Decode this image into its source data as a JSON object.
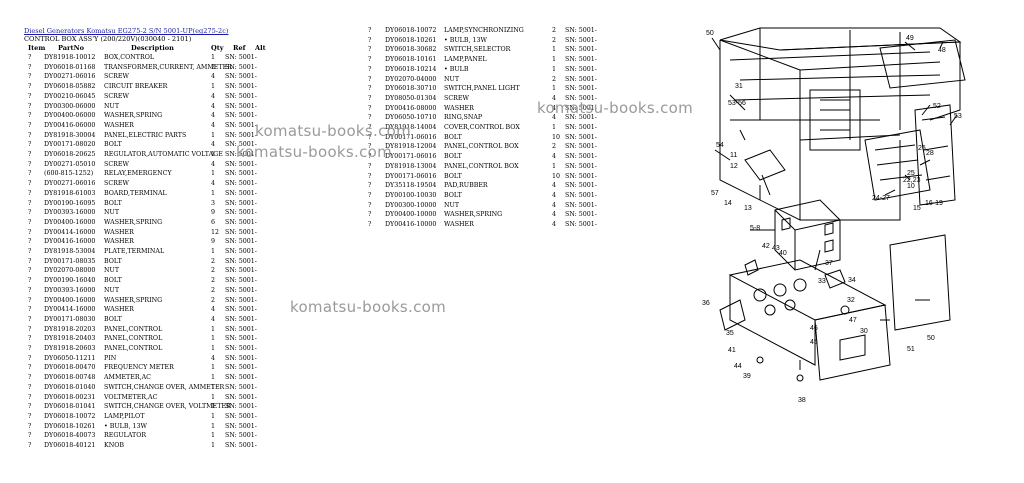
{
  "header": {
    "link": "Diesel Generators Komatsu EG275-2 S/N 5001-UP(eg275-2c)",
    "subtitle": "CONTROL BOX ASS'Y (200/220V)(030040 - 2101)"
  },
  "columns": [
    "Item",
    "PartNo",
    "Description",
    "Qty",
    "Ref",
    "Alt"
  ],
  "left_rows": [
    [
      "?",
      "DY81918-10012",
      "BOX,CONTROL",
      "1",
      "SN: 5001-"
    ],
    [
      "?",
      "DY06018-01168",
      "TRANSFORMER,CURRENT, AMMETER",
      "2",
      "SN: 5001-"
    ],
    [
      "?",
      "DY00271-06016",
      "SCREW",
      "4",
      "SN: 5001-"
    ],
    [
      "?",
      "DY06018-05882",
      "CIRCUIT BREAKER",
      "1",
      "SN: 5001-"
    ],
    [
      "?",
      "DY00210-06045",
      "SCREW",
      "4",
      "SN: 5001-"
    ],
    [
      "?",
      "DY00300-06000",
      "NUT",
      "4",
      "SN: 5001-"
    ],
    [
      "?",
      "DY00400-06000",
      "WASHER,SPRING",
      "4",
      "SN: 5001-"
    ],
    [
      "?",
      "DY00416-06000",
      "WASHER",
      "4",
      "SN: 5001-"
    ],
    [
      "?",
      "DY81918-30004",
      "PANEL,ELECTRIC PARTS",
      "1",
      "SN: 5001-"
    ],
    [
      "?",
      "DY00171-08020",
      "BOLT",
      "4",
      "SN: 5001-"
    ],
    [
      "?",
      "DY06018-20625",
      "REGULATOR,AUTOMATIC VOLTAGE",
      "1",
      "SN: 5001-"
    ],
    [
      "?",
      "DY00271-05010",
      "SCREW",
      "4",
      "SN: 5001-"
    ],
    [
      "?",
      "(600-815-1252)",
      "RELAY,EMERGENCY",
      "1",
      "SN: 5001-"
    ],
    [
      "?",
      "DY00271-06016",
      "SCREW",
      "4",
      "SN: 5001-"
    ],
    [
      "?",
      "DY81918-61003",
      "BOARD,TERMINAL",
      "1",
      "SN: 5001-"
    ],
    [
      "?",
      "DY00190-16095",
      "BOLT",
      "3",
      "SN: 5001-"
    ],
    [
      "?",
      "DY00393-16000",
      "NUT",
      "9",
      "SN: 5001-"
    ],
    [
      "?",
      "DY00400-16000",
      "WASHER,SPRING",
      "6",
      "SN: 5001-"
    ],
    [
      "?",
      "DY00414-16000",
      "WASHER",
      "12",
      "SN: 5001-"
    ],
    [
      "?",
      "DY00416-16000",
      "WASHER",
      "9",
      "SN: 5001-"
    ],
    [
      "?",
      "DY81918-53004",
      "PLATE,TERMINAL",
      "1",
      "SN: 5001-"
    ],
    [
      "?",
      "DY00171-08035",
      "BOLT",
      "2",
      "SN: 5001-"
    ],
    [
      "?",
      "DY02070-08000",
      "NUT",
      "2",
      "SN: 5001-"
    ],
    [
      "?",
      "DY00190-16040",
      "BOLT",
      "2",
      "SN: 5001-"
    ],
    [
      "?",
      "DY00393-16000",
      "NUT",
      "2",
      "SN: 5001-"
    ],
    [
      "?",
      "DY00400-16000",
      "WASHER,SPRING",
      "2",
      "SN: 5001-"
    ],
    [
      "?",
      "DY00414-16000",
      "WASHER",
      "4",
      "SN: 5001-"
    ],
    [
      "?",
      "DY00171-08030",
      "BOLT",
      "4",
      "SN: 5001-"
    ],
    [
      "?",
      "DY81918-20203",
      "PANEL,CONTROL",
      "1",
      "SN: 5001-"
    ],
    [
      "?",
      "DY81918-20403",
      "PANEL,CONTROL",
      "1",
      "SN: 5001-"
    ],
    [
      "?",
      "DY81918-20603",
      "PANEL,CONTROL",
      "1",
      "SN: 5001-"
    ],
    [
      "?",
      "DY06050-11211",
      "PIN",
      "4",
      "SN: 5001-"
    ],
    [
      "?",
      "DY06018-00470",
      "FREQUENCY METER",
      "1",
      "SN: 5001-"
    ],
    [
      "?",
      "DY06018-00748",
      "AMMETER,AC",
      "1",
      "SN: 5001-"
    ],
    [
      "?",
      "DY06018-01040",
      "SWITCH,CHANGE OVER, AMMETER",
      "1",
      "SN: 5001-"
    ],
    [
      "?",
      "DY06018-00231",
      "VOLTMETER,AC",
      "1",
      "SN: 5001-"
    ],
    [
      "?",
      "DY06018-01041",
      "SWITCH,CHANGE OVER, VOLTMETER",
      "1",
      "SN: 5001-"
    ],
    [
      "?",
      "DY06018-10072",
      "LAMP,PILOT",
      "1",
      "SN: 5001-"
    ],
    [
      "?",
      "DY06018-10261",
      "• BULB, 13W",
      "1",
      "SN: 5001-"
    ],
    [
      "?",
      "DY06018-40073",
      "REGULATOR",
      "1",
      "SN: 5001-"
    ],
    [
      "?",
      "DY06018-40121",
      "KNOB",
      "1",
      "SN: 5001-"
    ]
  ],
  "right_rows": [
    [
      "?",
      "DY06018-10072",
      "LAMP,SYNCHRONIZING",
      "2",
      "SN: 5001-"
    ],
    [
      "?",
      "DY06018-10261",
      "• BULB, 13W",
      "2",
      "SN: 5001-"
    ],
    [
      "?",
      "DY06018-30682",
      "SWITCH,SELECTOR",
      "1",
      "SN: 5001-"
    ],
    [
      "?",
      "DY06018-10161",
      "LAMP,PANEL",
      "1",
      "SN: 5001-"
    ],
    [
      "?",
      "DY06018-10214",
      "• BULB",
      "1",
      "SN: 5001-"
    ],
    [
      "?",
      "DY02070-04000",
      "NUT",
      "2",
      "SN: 5001-"
    ],
    [
      "?",
      "DY06018-30710",
      "SWITCH,PANEL LIGHT",
      "1",
      "SN: 5001-"
    ],
    [
      "?",
      "DY08050-01304",
      "SCREW",
      "4",
      "SN: 5001-"
    ],
    [
      "?",
      "DY00416-08000",
      "WASHER",
      "4",
      "SN: 5001-"
    ],
    [
      "?",
      "DY06050-10710",
      "RING,SNAP",
      "4",
      "SN: 5001-"
    ],
    [
      "?",
      "DY81918-14004",
      "COVER,CONTROL BOX",
      "1",
      "SN: 5001-"
    ],
    [
      "?",
      "DY00171-06016",
      "BOLT",
      "10",
      "SN: 5001-"
    ],
    [
      "?",
      "DY81918-12004",
      "PANEL,CONTROL BOX",
      "2",
      "SN: 5001-"
    ],
    [
      "?",
      "DY00171-06016",
      "BOLT",
      "4",
      "SN: 5001-"
    ],
    [
      "?",
      "DY81918-13004",
      "PANEL,CONTROL BOX",
      "1",
      "SN: 5001-"
    ],
    [
      "?",
      "DY00171-06016",
      "BOLT",
      "10",
      "SN: 5001-"
    ],
    [
      "?",
      "DY35118-19504",
      "PAD,RUBBER",
      "4",
      "SN: 5001-"
    ],
    [
      "?",
      "DY00100-10030",
      "BOLT",
      "4",
      "SN: 5001-"
    ],
    [
      "?",
      "DY00300-10000",
      "NUT",
      "4",
      "SN: 5001-"
    ],
    [
      "?",
      "DY00400-10000",
      "WASHER,SPRING",
      "4",
      "SN: 5001-"
    ],
    [
      "?",
      "DY00416-10000",
      "WASHER",
      "4",
      "SN: 5001-"
    ]
  ],
  "watermark": "komatsu-books.com",
  "callouts": [
    "50",
    "49",
    "48",
    "31",
    "53-56",
    "52",
    "53",
    "54",
    "11",
    "12",
    "57",
    "26",
    "28",
    "25",
    "22,23",
    "10",
    "24-27",
    "15",
    "16-19",
    "14",
    "13",
    "5-8",
    "42",
    "43",
    "40",
    "37",
    "34",
    "33",
    "36",
    "32",
    "47",
    "35",
    "46",
    "45",
    "30",
    "51",
    "50",
    "41",
    "44",
    "39",
    "38"
  ]
}
